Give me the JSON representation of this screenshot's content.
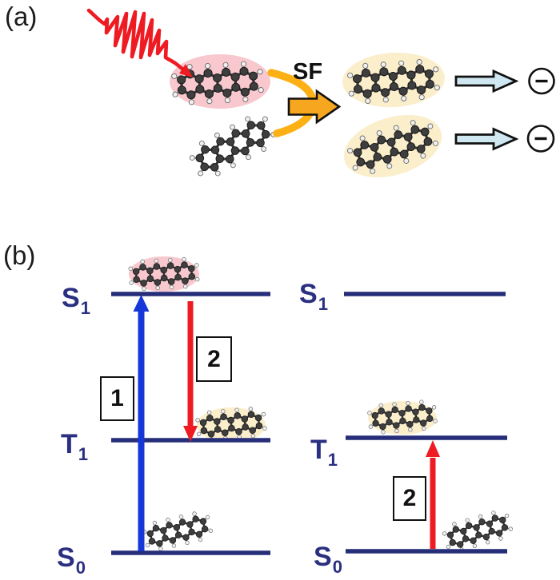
{
  "figure": {
    "panel_a": {
      "label": "(a)",
      "sf_label": "SF",
      "electron_symbol": "−",
      "icons": {
        "photon": "red-laser-pulse-arrow",
        "molecule": "tetracene-ball-and-stick",
        "sf_arrow": "orange-right-block-arrow",
        "pair_bracket": "orange-curved-bracket",
        "electron_arrow": "lightblue-right-block-arrow",
        "electron": "circled-minus"
      }
    },
    "panel_b": {
      "label": "(b)",
      "left": {
        "s1": {
          "base": "S",
          "sub": "1"
        },
        "t1": {
          "base": "T",
          "sub": "1"
        },
        "s0": {
          "base": "S",
          "sub": "0"
        },
        "step1": "1",
        "step2": "2"
      },
      "right": {
        "s1": {
          "base": "S",
          "sub": "1"
        },
        "t1": {
          "base": "T",
          "sub": "1"
        },
        "s0": {
          "base": "S",
          "sub": "0"
        },
        "step2": "2"
      }
    }
  },
  "colors": {
    "navy": "#2a2f80",
    "navy_line": "#262e79",
    "blue": "#1536d8",
    "red": "#ee1b22",
    "orange": "#f6a71f",
    "bracket": "#fcb013",
    "lightblue": "#cfe7f0",
    "pink": "#f8c8ce",
    "pale_yellow": "#fbeecb",
    "ink": "#141414"
  }
}
